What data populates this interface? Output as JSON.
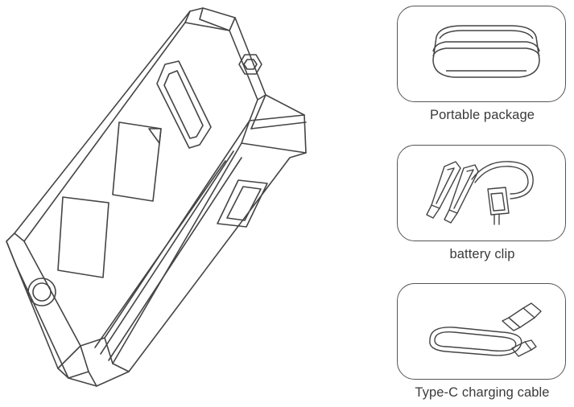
{
  "accessories": [
    {
      "caption": "Portable package",
      "icon": "carrying-case-icon"
    },
    {
      "caption": "battery clip",
      "icon": "battery-clip-icon"
    },
    {
      "caption": "Type-C charging cable",
      "icon": "usb-c-cable-icon"
    }
  ],
  "colors": {
    "line": "#444444",
    "frame": "#555555",
    "caption": "#3a3a3a",
    "background": "#ffffff"
  }
}
